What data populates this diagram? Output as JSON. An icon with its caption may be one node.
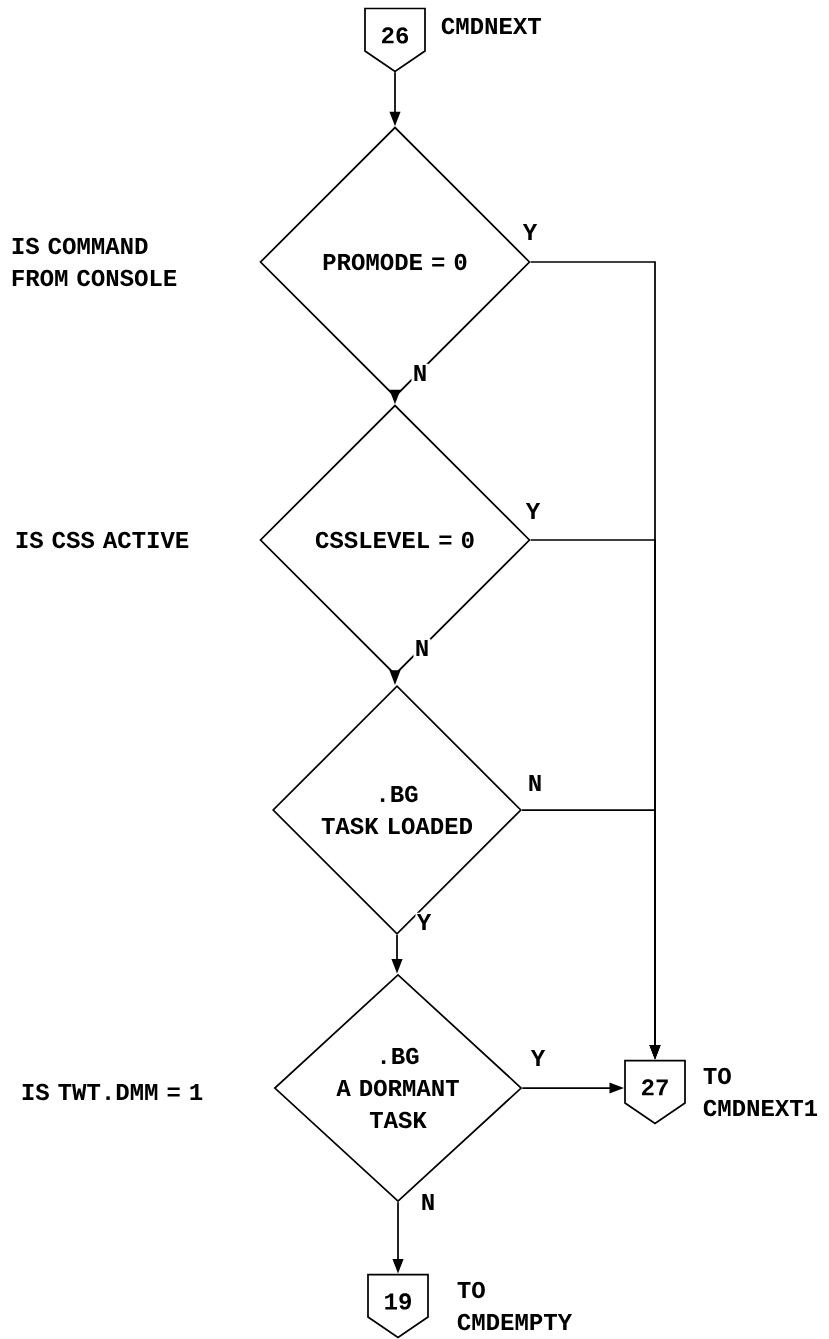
{
  "diagram": {
    "nodes": [
      {
        "text": [
          "26"
        ],
        "beside": [
          "CMDNEXT"
        ]
      },
      {
        "text": [
          "PROMODE = 0"
        ],
        "beside": [
          "IS COMMAND FROM CONSOLE"
        ]
      },
      {
        "text": [
          "CSSLEVEL = 0"
        ],
        "beside": [
          "IS CSS ACTIVE"
        ]
      },
      {
        "text": [
          ".BG",
          "TASK LOADED"
        ]
      },
      {
        "text": [
          ".BG",
          "A DORMANT TASK"
        ],
        "beside": [
          "IS TWT.DMM = 1"
        ]
      },
      {
        "text": [
          "27"
        ],
        "beside": [
          "TO CMDNEXT1"
        ]
      },
      {
        "text": [
          "19"
        ],
        "beside": [
          "TO CMDEMPTY"
        ]
      }
    ],
    "edges": [
      {
        "from": 0,
        "to": 1,
        "arrow": "to"
      },
      {
        "from": 1,
        "to": 2,
        "label": "N",
        "arrow": "to"
      },
      {
        "from": 1,
        "to": 5,
        "label": "Y",
        "arrow": "to"
      },
      {
        "from": 2,
        "to": 3,
        "label": "N",
        "arrow": "to"
      },
      {
        "from": 2,
        "to": 5,
        "label": "Y",
        "arrow": "to"
      },
      {
        "from": 3,
        "to": 4,
        "label": "Y",
        "arrow": "to"
      },
      {
        "from": 3,
        "to": 5,
        "label": "N",
        "arrow": "to"
      },
      {
        "from": 4,
        "to": 5,
        "label": "Y",
        "arrow": "to"
      },
      {
        "from": 4,
        "to": 6,
        "label": "N",
        "arrow": "to"
      }
    ]
  }
}
